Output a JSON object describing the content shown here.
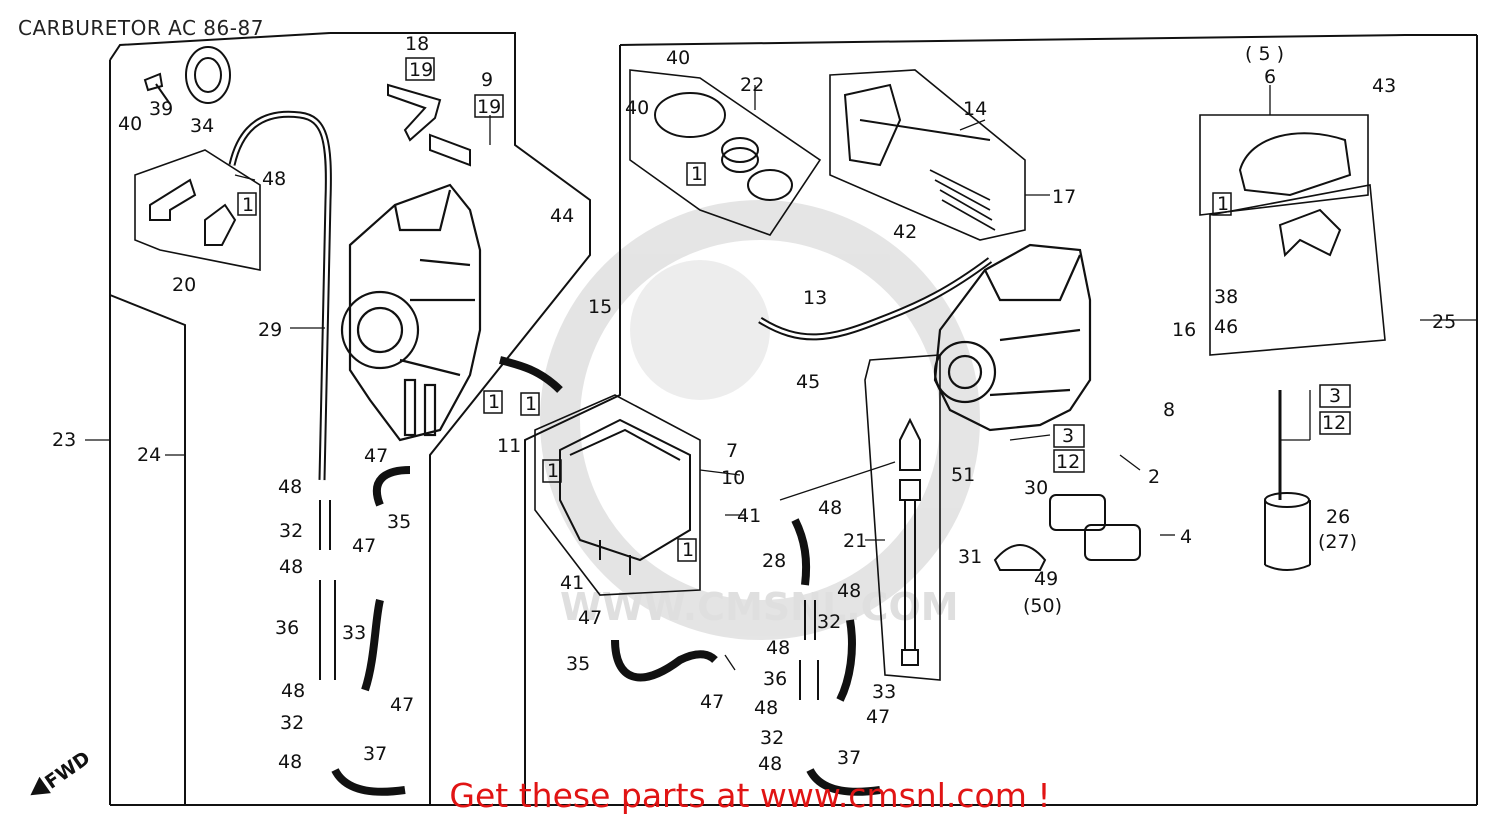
{
  "title": "CARBURETOR AC 86-87",
  "watermark": "WWW.CMSNL.COM",
  "footer": "Get these parts at www.cmsnl.com !",
  "fwd_label": "FWD",
  "colors": {
    "line": "#111111",
    "footer": "#e11414",
    "watermark": "#dcdcdc"
  },
  "callouts": [
    {
      "id": "c18",
      "text": "18"
    },
    {
      "id": "c19a",
      "text": "19"
    },
    {
      "id": "c9",
      "text": "9"
    },
    {
      "id": "c19b",
      "text": "19"
    },
    {
      "id": "c39",
      "text": "39"
    },
    {
      "id": "c34",
      "text": "34"
    },
    {
      "id": "c40a",
      "text": "40"
    },
    {
      "id": "c48a",
      "text": "48"
    },
    {
      "id": "c1a",
      "text": "1"
    },
    {
      "id": "c20",
      "text": "20"
    },
    {
      "id": "c29",
      "text": "29"
    },
    {
      "id": "c44",
      "text": "44"
    },
    {
      "id": "c15",
      "text": "15"
    },
    {
      "id": "c23",
      "text": "23"
    },
    {
      "id": "c24",
      "text": "24"
    },
    {
      "id": "c47a",
      "text": "47"
    },
    {
      "id": "c48b",
      "text": "48"
    },
    {
      "id": "c35a",
      "text": "35"
    },
    {
      "id": "c32a",
      "text": "32"
    },
    {
      "id": "c47b",
      "text": "47"
    },
    {
      "id": "c48c",
      "text": "48"
    },
    {
      "id": "c36a",
      "text": "36"
    },
    {
      "id": "c33a",
      "text": "33"
    },
    {
      "id": "c48d",
      "text": "48"
    },
    {
      "id": "c47c",
      "text": "47"
    },
    {
      "id": "c32b",
      "text": "32"
    },
    {
      "id": "c48e",
      "text": "48"
    },
    {
      "id": "c37a",
      "text": "37"
    },
    {
      "id": "c1b",
      "text": "1"
    },
    {
      "id": "c1c",
      "text": "1"
    },
    {
      "id": "c11",
      "text": "11"
    },
    {
      "id": "c40b",
      "text": "40"
    },
    {
      "id": "c40c",
      "text": "40"
    },
    {
      "id": "c22",
      "text": "22"
    },
    {
      "id": "c1d",
      "text": "1"
    },
    {
      "id": "c7",
      "text": "7"
    },
    {
      "id": "c1e",
      "text": "1"
    },
    {
      "id": "c10",
      "text": "10"
    },
    {
      "id": "c41a",
      "text": "41"
    },
    {
      "id": "c1f",
      "text": "1"
    },
    {
      "id": "c41b",
      "text": "41"
    },
    {
      "id": "c47d",
      "text": "47"
    },
    {
      "id": "c35b",
      "text": "35"
    },
    {
      "id": "c47e",
      "text": "47"
    },
    {
      "id": "c14",
      "text": "14"
    },
    {
      "id": "c17",
      "text": "17"
    },
    {
      "id": "c42",
      "text": "42"
    },
    {
      "id": "c13",
      "text": "13"
    },
    {
      "id": "c45",
      "text": "45"
    },
    {
      "id": "c48f",
      "text": "48"
    },
    {
      "id": "c28",
      "text": "28"
    },
    {
      "id": "c48g",
      "text": "48"
    },
    {
      "id": "c32c",
      "text": "32"
    },
    {
      "id": "c48h",
      "text": "48"
    },
    {
      "id": "c36b",
      "text": "36"
    },
    {
      "id": "c33b",
      "text": "33"
    },
    {
      "id": "c48i",
      "text": "48"
    },
    {
      "id": "c47f",
      "text": "47"
    },
    {
      "id": "c32d",
      "text": "32"
    },
    {
      "id": "c48j",
      "text": "48"
    },
    {
      "id": "c37b",
      "text": "37"
    },
    {
      "id": "c21",
      "text": "21"
    },
    {
      "id": "c3a",
      "text": "3"
    },
    {
      "id": "c12a",
      "text": "12"
    },
    {
      "id": "c51",
      "text": "51"
    },
    {
      "id": "c30",
      "text": "30"
    },
    {
      "id": "c8",
      "text": "8"
    },
    {
      "id": "c2",
      "text": "2"
    },
    {
      "id": "c4",
      "text": "4"
    },
    {
      "id": "c31",
      "text": "31"
    },
    {
      "id": "c49",
      "text": "49"
    },
    {
      "id": "c50",
      "text": "(50)"
    },
    {
      "id": "c5",
      "text": "( 5 )"
    },
    {
      "id": "c6",
      "text": "6"
    },
    {
      "id": "c43",
      "text": "43"
    },
    {
      "id": "c1g",
      "text": "1"
    },
    {
      "id": "c38",
      "text": "38"
    },
    {
      "id": "c46",
      "text": "46"
    },
    {
      "id": "c16",
      "text": "16"
    },
    {
      "id": "c25",
      "text": "25"
    },
    {
      "id": "c3b",
      "text": "3"
    },
    {
      "id": "c12b",
      "text": "12"
    },
    {
      "id": "c26",
      "text": "26"
    },
    {
      "id": "c27",
      "text": "(27)"
    }
  ]
}
